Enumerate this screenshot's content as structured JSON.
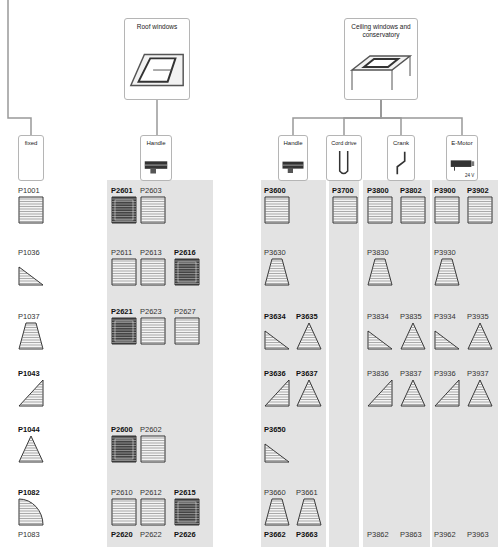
{
  "diagram": {
    "nodes": [
      {
        "text": [
          "Roof windows"
        ]
      },
      {
        "text": [
          "Ceiling windows and conservatory"
        ]
      },
      {
        "text": [
          "fixed"
        ]
      },
      {
        "text": [
          "Handle"
        ]
      },
      {
        "text": [
          "Handle"
        ]
      },
      {
        "text": [
          "Cord drive"
        ]
      },
      {
        "text": [
          "Crank"
        ]
      },
      {
        "text": [
          "E-Motor"
        ]
      }
    ],
    "edges": [
      {
        "from": 0,
        "to": 3,
        "arrow": "none"
      },
      {
        "from": 1,
        "to": 4,
        "arrow": "none"
      },
      {
        "from": 1,
        "to": 5,
        "arrow": "none"
      },
      {
        "from": 1,
        "to": 6,
        "arrow": "none"
      },
      {
        "from": 1,
        "to": 7,
        "arrow": "none"
      }
    ],
    "labels": [
      "P1001",
      "P1036",
      "P1037",
      "P1043",
      "P1044",
      "P1082",
      "P1083",
      "P2601",
      "P2603",
      "P2611",
      "P2613",
      "P2616",
      "P2621",
      "P2623",
      "P2627",
      "P2600",
      "P2602",
      "P2610",
      "P2612",
      "P2615",
      "P2620",
      "P2622",
      "P2626",
      "P3600",
      "P3630",
      "P3634",
      "P3635",
      "P3636",
      "P3637",
      "P3650",
      "P3660",
      "P3661",
      "P3662",
      "P3663",
      "P3700",
      "P3800",
      "P3802",
      "P3830",
      "P3834",
      "P3835",
      "P3836",
      "P3837",
      "P3862",
      "P3863",
      "P3900",
      "P3902",
      "P3930",
      "P3934",
      "P3935",
      "P3936",
      "P3937",
      "P3962",
      "P3963",
      "24 V"
    ]
  }
}
